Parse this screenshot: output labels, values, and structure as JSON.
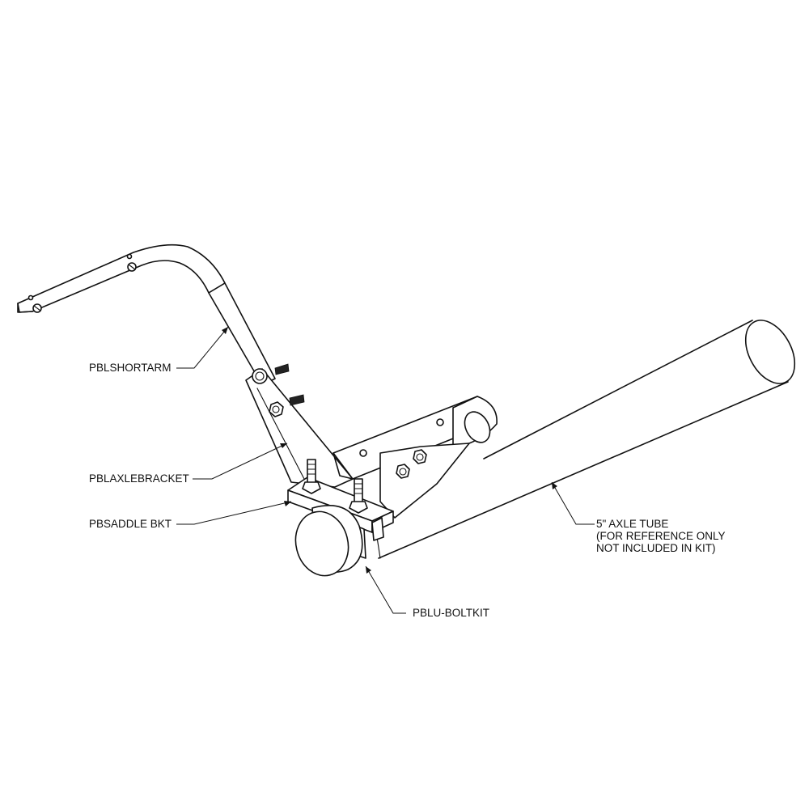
{
  "labels": {
    "short_arm": "PBLSHORTARM",
    "axle_bracket": "PBLAXLEBRACKET",
    "saddle_bracket": "PBSADDLE BKT",
    "u_bolt_kit": "PBLU-BOLTKIT",
    "axle_tube": {
      "line1": "5\" AXLE TUBE",
      "line2": "(FOR REFERENCE ONLY",
      "line3": "NOT INCLUDED IN KIT)"
    }
  },
  "colors": {
    "ink": "#111111",
    "paper": "#ffffff"
  }
}
